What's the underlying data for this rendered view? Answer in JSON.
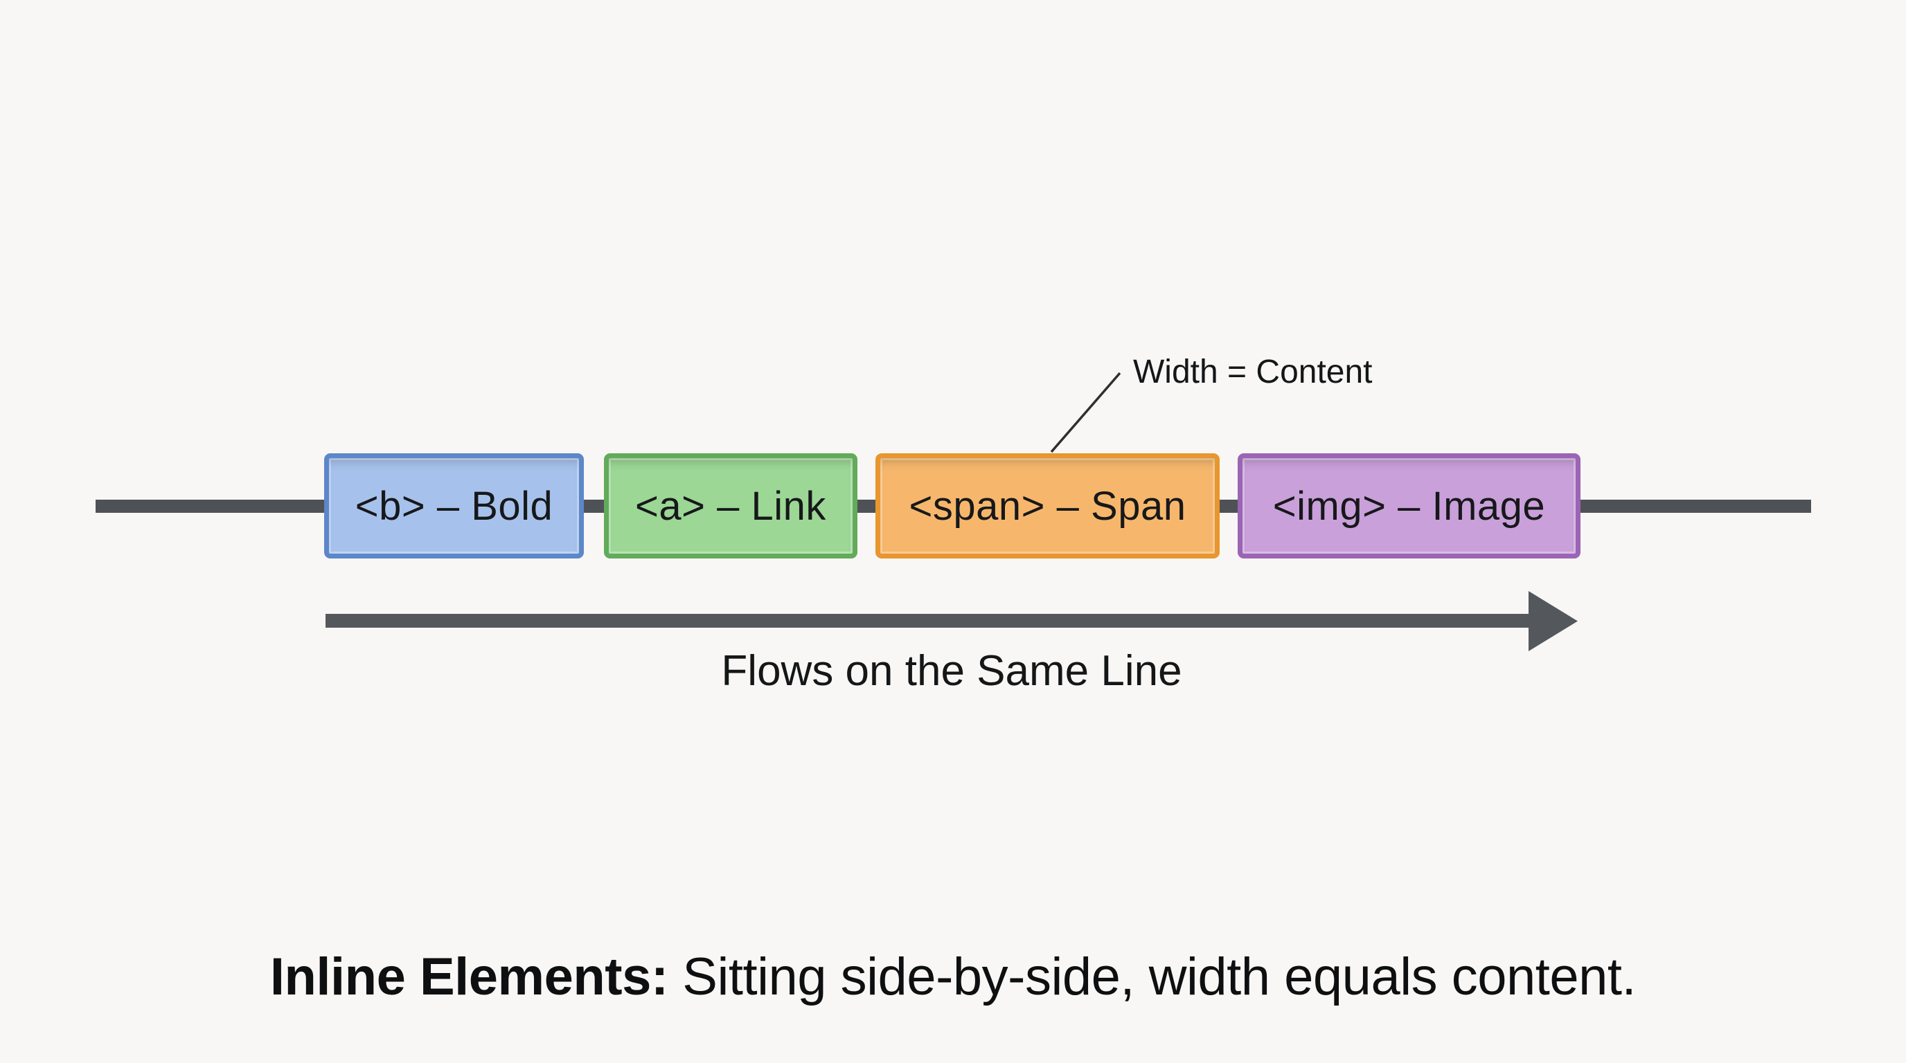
{
  "diagram": {
    "background_color": "#f8f7f5",
    "rule_color": "#4e5257",
    "arrow_color": "#54585d",
    "callout_line_color": "#2e2f31",
    "text_color": "#141618",
    "boxes": [
      {
        "label": "<b> – Bold",
        "fill": "#a6c2ec",
        "border": "#5c87c9"
      },
      {
        "label": "<a> – Link",
        "fill": "#9cd795",
        "border": "#61ab5a"
      },
      {
        "label": "<span> – Span",
        "fill": "#f6b76c",
        "border": "#e8962e"
      },
      {
        "label": "<img> – Image",
        "fill": "#c9a0da",
        "border": "#9b64b5"
      }
    ],
    "callout": {
      "label": "Width = Content"
    },
    "flow_label": "Flows on the Same Line",
    "caption": {
      "lead": "Inline Elements:",
      "rest": " Sitting side-by-side, width equals content."
    }
  }
}
